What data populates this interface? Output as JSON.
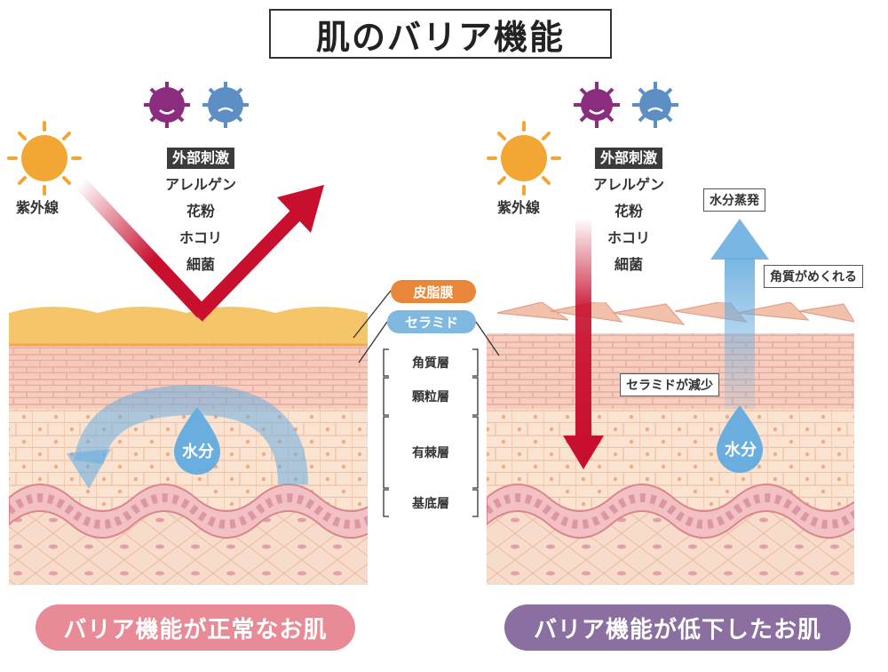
{
  "title": "肌のバリア機能",
  "external": {
    "uv_label": "紫外線",
    "heading": "外部刺激",
    "items": [
      "アレルゲン",
      "花粉",
      "ホコリ",
      "細菌"
    ]
  },
  "layers": {
    "sebum": "皮脂膜",
    "ceramide": "セラミド",
    "names": [
      "角質層",
      "顆粒層",
      "有棘層",
      "基底層"
    ]
  },
  "left_panel": {
    "moisture": "水分",
    "caption": "バリア機能が正常なお肌"
  },
  "right_panel": {
    "moisture": "水分",
    "evaporation": "水分蒸発",
    "peeling": "角質がめくれる",
    "ceramide_loss": "セラミドが減少",
    "caption": "バリア機能が低下したお肌"
  },
  "colors": {
    "sebum_pill": "#e8863a",
    "ceramide_pill": "#7fb9e0",
    "caption_left": "#e98b97",
    "caption_right": "#8a6fa0",
    "arrow_red": "#c8102e",
    "water_blue": "#6aaee0",
    "sun": "#f2a634",
    "virus_purple": "#8b2c7e",
    "virus_blue": "#5d8fc4"
  }
}
